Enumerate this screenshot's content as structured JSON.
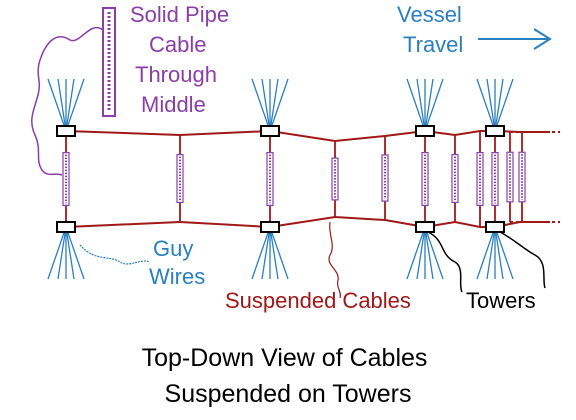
{
  "labels": {
    "solid_pipe": [
      "Solid Pipe",
      "Cable",
      "Through",
      "Middle"
    ],
    "vessel_travel": [
      "Vessel",
      "Travel"
    ],
    "guy_wires": [
      "Guy",
      "Wires"
    ],
    "suspended_cables": "Suspended Cables",
    "towers": "Towers",
    "caption": [
      "Top-Down View of Cables",
      "Suspended on Towers"
    ]
  },
  "colors": {
    "cable": "#a01818",
    "guy_wire": "#2a7fc0",
    "pipe": "#8a3fa8",
    "tower": "#000000",
    "label_pipe": "#8a3fa8",
    "label_guy": "#2a7fc0",
    "label_cable": "#a01818",
    "label_tower": "#000000"
  },
  "icons": {
    "arrow": "right-arrow-icon"
  }
}
